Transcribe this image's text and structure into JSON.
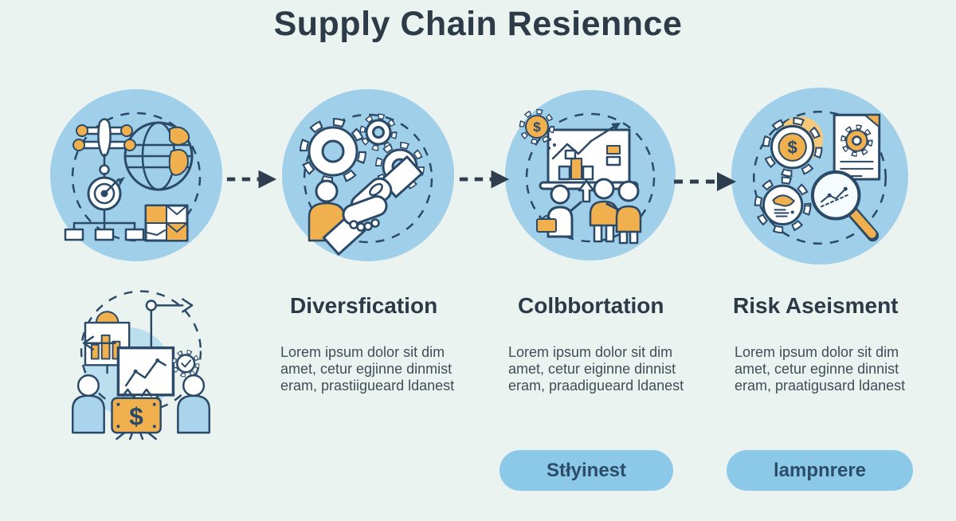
{
  "title": "Supply Chain Resiennce",
  "columns": [
    {
      "heading": "Diversfication",
      "body": "Lorem ipsum dolor sit dim\namet, cetur egjinne dinmist\neram, prastiigueard ldanest"
    },
    {
      "heading": "Colbbortation",
      "body": "Lorem ipsum dolor sit dim\namet, cetur eiginne dinnist\neram, praadigueard ldanest",
      "button_label": "Stłyinest"
    },
    {
      "heading": "Risk Aseisment",
      "body": "Lorem ipsum dolor sit dim\namet, cetur eginne dinnist\neram, praatigusard ldanest",
      "button_label": "lampnrere"
    }
  ],
  "icons": {
    "step1": "global-network-icon",
    "step2": "partnership-handshake-icon",
    "step3": "team-presentation-icon",
    "step4": "risk-magnifier-icon",
    "aux": "business-meeting-icon",
    "connector": "dashed-arrow-icon"
  },
  "colors": {
    "background": "#eaf3f0",
    "circle_blue": "#9fcfe9",
    "button_blue": "#8cc8e8",
    "accent_orange": "#f0b04d",
    "outline_navy": "#2b4a68",
    "title_dark": "#2d3b49",
    "body_text": "#414d57"
  }
}
